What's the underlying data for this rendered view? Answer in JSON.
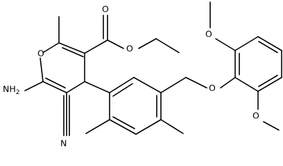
{
  "molecule": {
    "atom_labels": {
      "ring_oxygen": "O",
      "carbonyl_oxygen": "O",
      "ester_oxygen": "O",
      "ether_oxygen": "O",
      "methoxy_top_oxygen": "O",
      "methoxy_bottom_oxygen": "O",
      "amino_group": "NH",
      "amino_subscript": "2",
      "nitrile_nitrogen": "N"
    }
  }
}
